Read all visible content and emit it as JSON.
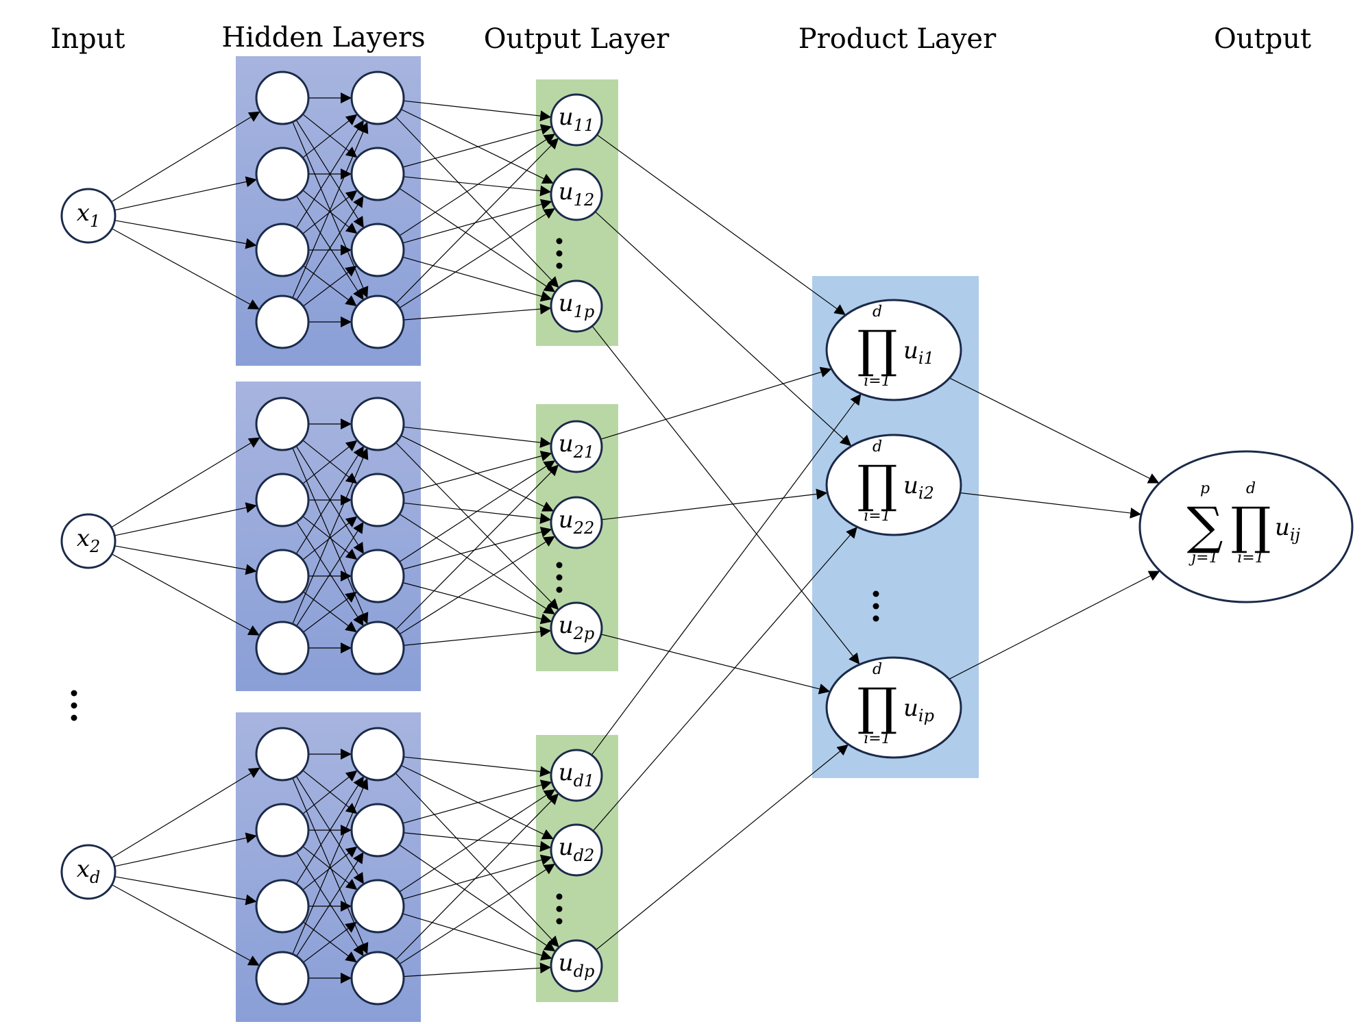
{
  "headers": {
    "input": "Input",
    "hidden": "Hidden Layers",
    "output_layer": "Output Layer",
    "product_layer": "Product Layer",
    "output": "Output"
  },
  "colors": {
    "hidden_block_top": "#a7b4df",
    "hidden_block_bottom": "#8a9fd7",
    "output_block": "#b9d7a5",
    "product_block": "#afcdea",
    "node_stroke": "#1b2a49",
    "edge": "#000000"
  },
  "inputs": [
    {
      "base": "x",
      "sub": "1"
    },
    {
      "base": "x",
      "sub": "2"
    },
    {
      "base": "x",
      "sub": "d"
    }
  ],
  "subnet_outputs": [
    [
      {
        "base": "u",
        "sub": "11"
      },
      {
        "base": "u",
        "sub": "12"
      },
      {
        "base": "u",
        "sub": "1p"
      }
    ],
    [
      {
        "base": "u",
        "sub": "21"
      },
      {
        "base": "u",
        "sub": "22"
      },
      {
        "base": "u",
        "sub": "2p"
      }
    ],
    [
      {
        "base": "u",
        "sub": "d1"
      },
      {
        "base": "u",
        "sub": "d2"
      },
      {
        "base": "u",
        "sub": "dp"
      }
    ]
  ],
  "products": [
    {
      "op": "∏",
      "upper": "d",
      "lower": "i=1",
      "base": "u",
      "sub": "i1"
    },
    {
      "op": "∏",
      "upper": "d",
      "lower": "i=1",
      "base": "u",
      "sub": "i2"
    },
    {
      "op": "∏",
      "upper": "d",
      "lower": "i=1",
      "base": "u",
      "sub": "ip"
    }
  ],
  "final_output": {
    "sum_op": "∑",
    "sum_upper": "p",
    "sum_lower": "j=1",
    "prod_op": "∏",
    "prod_upper": "d",
    "prod_lower": "i=1",
    "base": "u",
    "sub": "ij"
  },
  "ellipsis": "⋮"
}
